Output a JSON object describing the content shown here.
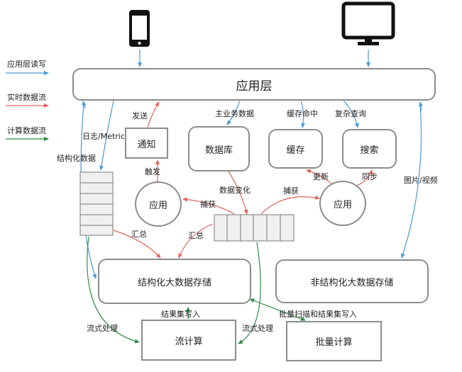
{
  "colors": {
    "blue": "#4a9ad6",
    "red": "#e0655c",
    "green": "#2e8b45",
    "border": "#8c8c8c",
    "device": "#111111"
  },
  "icons": {
    "phone": "smartphone-icon",
    "monitor": "desktop-monitor-icon"
  },
  "legend": {
    "app_rw": "应用层读写",
    "realtime": "实时数据流",
    "compute": "计算数据流"
  },
  "boxes": {
    "app_layer": "应用层",
    "notify": "通知",
    "database": "数据库",
    "cache": "缓存",
    "search": "搜索",
    "app_left": "应用",
    "app_right": "应用",
    "structured_store": "结构化大数据存储",
    "unstructured_store": "非结构化大数据存储",
    "stream_compute": "流计算",
    "batch_compute": "批量计算"
  },
  "labels": {
    "send": "发送",
    "main_data": "主业务数据",
    "cache_hit": "缓存命中",
    "complex_query": "复杂查询",
    "log_metric": "日志/Metric",
    "structured_data": "结构化数据",
    "trigger": "触发",
    "data_change": "数据变化",
    "capture_left": "捕获",
    "capture_right": "捕获",
    "update": "更新",
    "sync": "同步",
    "image_video": "图片/视频",
    "aggregate_left": "汇总",
    "aggregate_mid": "汇总",
    "result_write": "结果集写入",
    "batch_scan": "批量扫描和结果集写入",
    "stream_left": "流式处理",
    "stream_right": "流式处理"
  }
}
